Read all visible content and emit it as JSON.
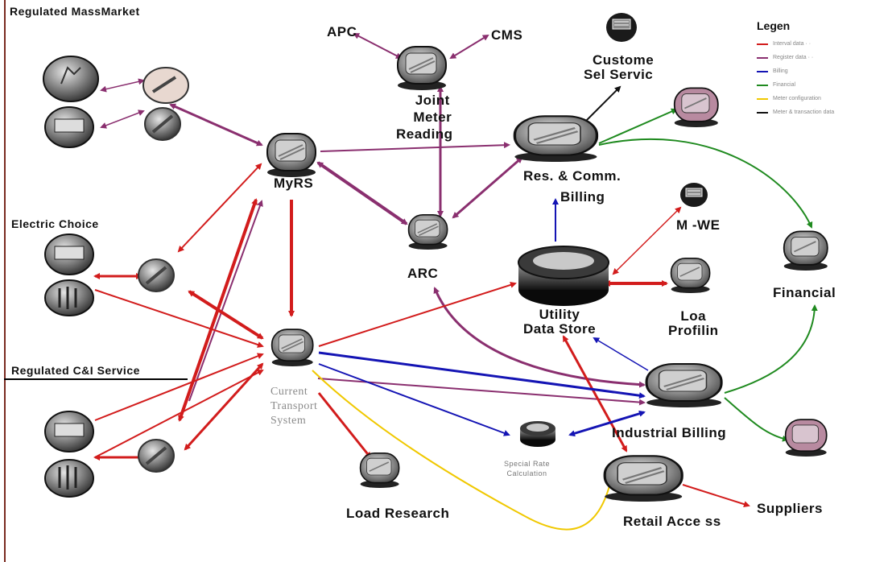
{
  "sections": {
    "regulated_mass_market": "Regulated MassMarket",
    "electric_choice": "Electric Choice",
    "regulated_ci_service": "Regulated C&I Service"
  },
  "nodes": {
    "apc": "APC",
    "cms": "CMS",
    "joint_meter_reading": [
      "Joint",
      "Meter",
      "Reading"
    ],
    "customer_self_service": [
      "Custome",
      "Sel  Servic"
    ],
    "myrs": "MyRS",
    "res_comm_billing": [
      "Res. & Comm.",
      "Billing"
    ],
    "arc": "ARC",
    "m_we": "M -WE",
    "utility_data_store": [
      "Utility",
      "Data Store"
    ],
    "load_profiling": [
      "Loa",
      "Profilin"
    ],
    "financial": "Financial",
    "current_transport_system": [
      "Current",
      "Transport",
      "System"
    ],
    "industrial_billing": "Industrial Billing",
    "special_rate_calculation": [
      "Special Rate",
      "Calculation"
    ],
    "load_research": "Load Research",
    "retail_access": "Retail Acce ss",
    "suppliers": "Suppliers"
  },
  "legend": {
    "title": "Legen",
    "items": [
      {
        "label": "Interval data · ·",
        "color": "#d21c1c"
      },
      {
        "label": "Register data · ·",
        "color": "#8a2f6f"
      },
      {
        "label": "Billing",
        "color": "#1414b4"
      },
      {
        "label": "Financial",
        "color": "#1f8a1f"
      },
      {
        "label": "Meter configuration",
        "color": "#f0c800"
      },
      {
        "label": "Meter & transaction data",
        "color": "#111111"
      }
    ]
  },
  "colors": {
    "interval": "#d21c1c",
    "register": "#8a2f6f",
    "billing": "#1414b4",
    "financial": "#1f8a1f",
    "config": "#f0c800",
    "meter": "#111111",
    "frame": "#7a2a20"
  },
  "icons": {
    "computer": "computer-terminal-icon",
    "meter": "electric-meter-icon",
    "handheld": "handheld-reader-icon",
    "store": "data-store-drum-icon",
    "phone": "telephone-icon"
  }
}
